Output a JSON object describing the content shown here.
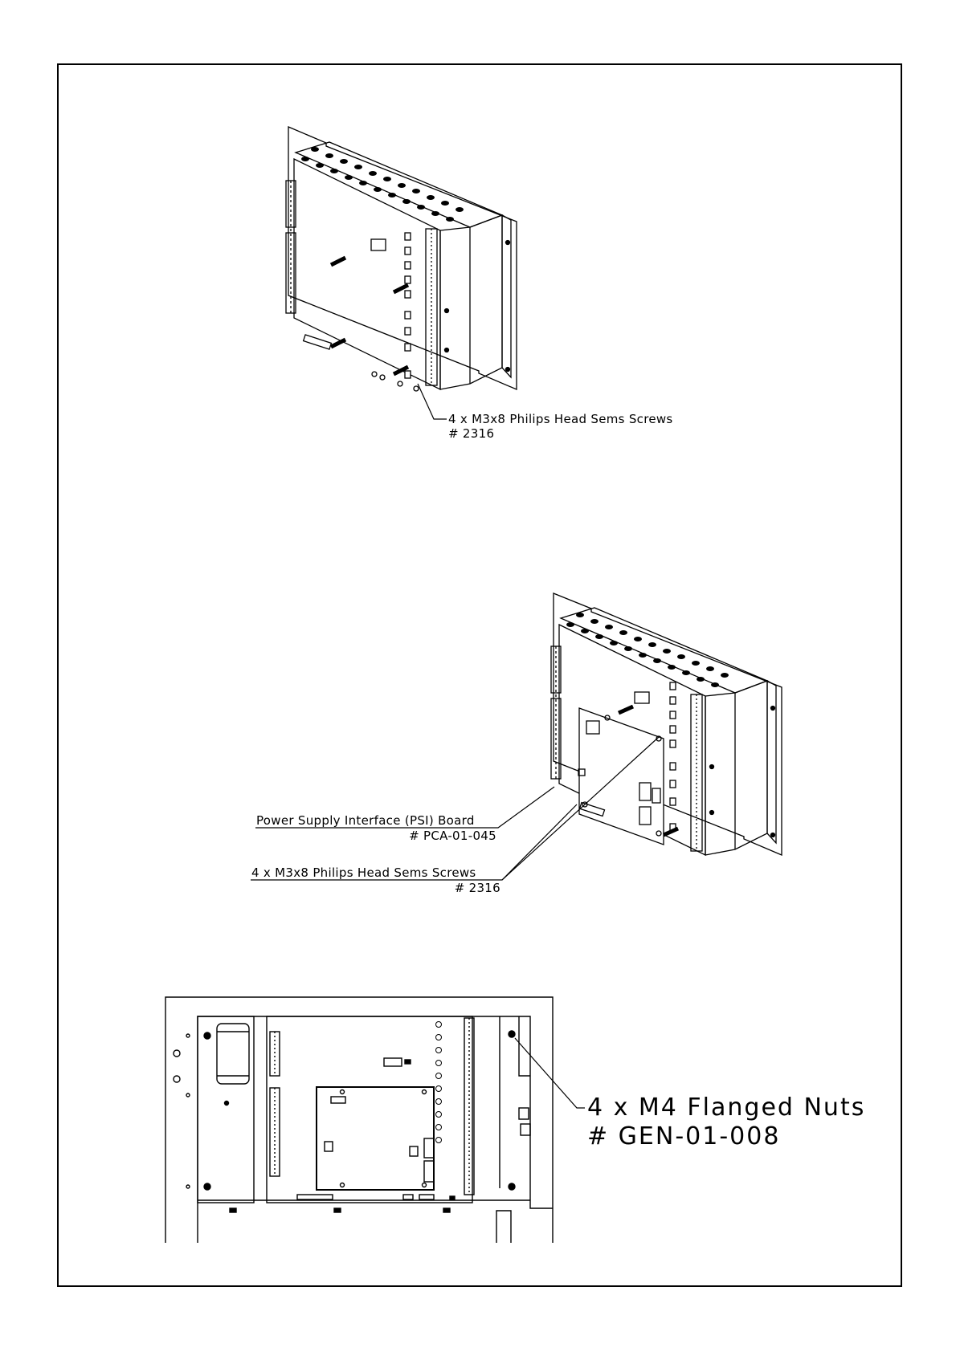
{
  "figure1": {
    "callout_line1": "4 x M3x8 Philips Head Sems Screws",
    "callout_line2": "# 2316"
  },
  "figure2": {
    "callout_a_line1": "Power Supply Interface (PSI) Board",
    "callout_a_line2": "# PCA-01-045",
    "callout_b_line1": "4 x M3x8 Philips Head Sems Screws",
    "callout_b_line2": "# 2316"
  },
  "figure3": {
    "callout_line1": "4 x M4 Flanged Nuts",
    "callout_line2": "# GEN-01-008"
  },
  "colors": {
    "line": "#000000",
    "background": "#ffffff"
  }
}
